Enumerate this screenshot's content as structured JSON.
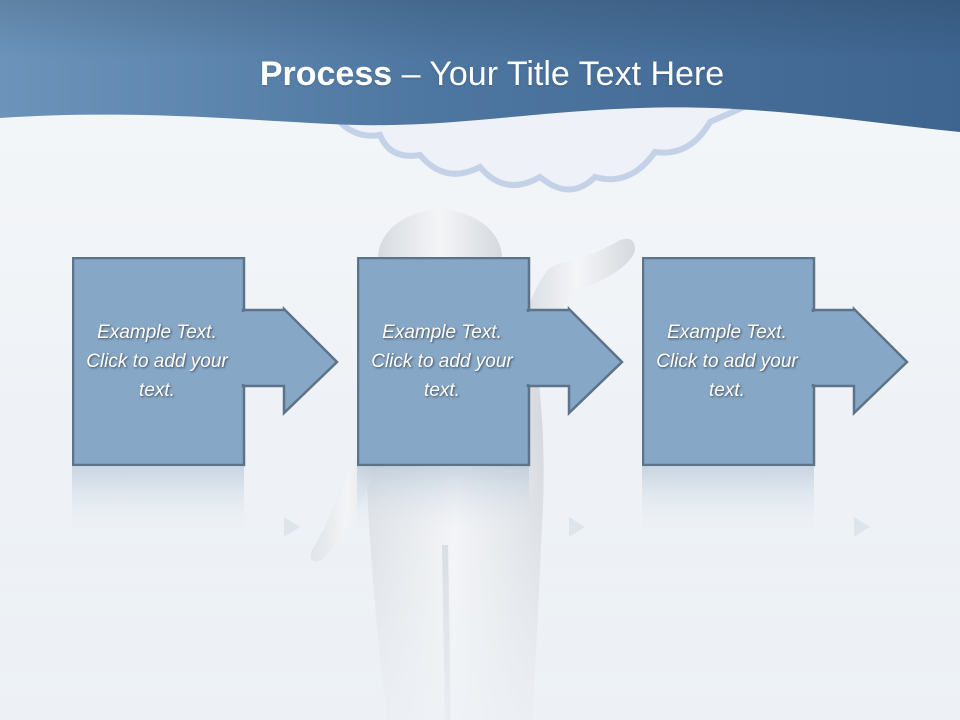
{
  "slide": {
    "title_bold": "Process",
    "title_rest": " – Your Title Text Here"
  },
  "steps": [
    {
      "text": "Example Text. Click  to add your text."
    },
    {
      "text": "Example Text. Click  to add your text."
    },
    {
      "text": "Example Text. Click  to add your text."
    }
  ],
  "colors": {
    "header_dark": "#3f6690",
    "header_light": "#6f97bd",
    "box_fill": "#87a7c6",
    "box_border": "#5f7489",
    "background": "#f3f6f9"
  }
}
